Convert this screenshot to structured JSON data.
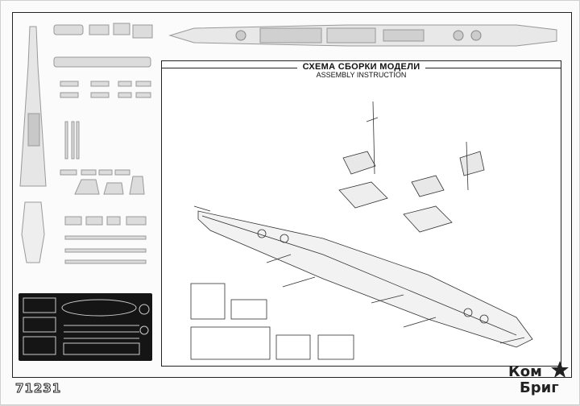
{
  "title": "СХЕМА СБОРКИ МОДЕЛИ",
  "subtitle": "ASSEMBLY INSTRUCTION",
  "kit_code": "71231",
  "logo": {
    "line1": "Ком",
    "line2": "Бриг"
  },
  "icons": [
    "star-icon"
  ]
}
